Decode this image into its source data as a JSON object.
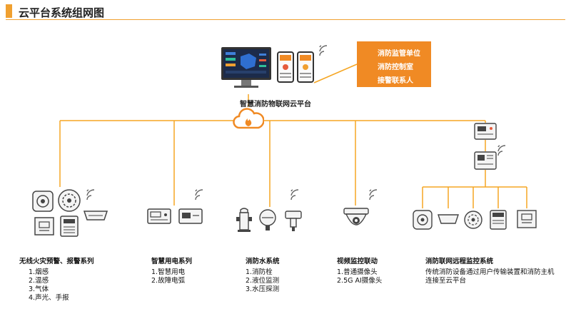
{
  "page_title": "云平台系统组网图",
  "platform": {
    "label": "智慧消防物联网云平台"
  },
  "notify_targets": [
    "消防监管单位",
    "消防控制室",
    "接警联系人"
  ],
  "colors": {
    "accent": "#f0a030",
    "orange_box": "#f08a24",
    "line": "#f5a623",
    "icon_stroke": "#444444"
  },
  "groups": [
    {
      "title": "无线火灾预警、报警系列",
      "items": [
        "1.烟感",
        "2.温感",
        "3.气体",
        "4.声光、手报"
      ]
    },
    {
      "title": "智慧用电系列",
      "items": [
        "1.智慧用电",
        "2.故障电弧"
      ]
    },
    {
      "title": "消防水系统",
      "items": [
        "1.消防栓",
        "2.液位监测",
        "3.水压探测"
      ]
    },
    {
      "title": "视频监控联动",
      "items": [
        "1.普通摄像头",
        "2.5G AI摄像头"
      ]
    },
    {
      "title": "消防联网远程监控系统",
      "items": [
        "传统消防设备通过用户传输装置和消防主机",
        "连接至云平台"
      ]
    }
  ],
  "icons": [
    "cloud-fire-icon",
    "wifi-signal-icon",
    "smoke-detector-icon",
    "heat-detector-icon",
    "manual-call-point-icon",
    "sound-light-alarm-icon",
    "smart-meter-icon",
    "fire-hydrant-icon",
    "level-sensor-icon",
    "pressure-sensor-icon",
    "dome-camera-icon",
    "fire-panel-icon",
    "transmission-device-icon"
  ]
}
